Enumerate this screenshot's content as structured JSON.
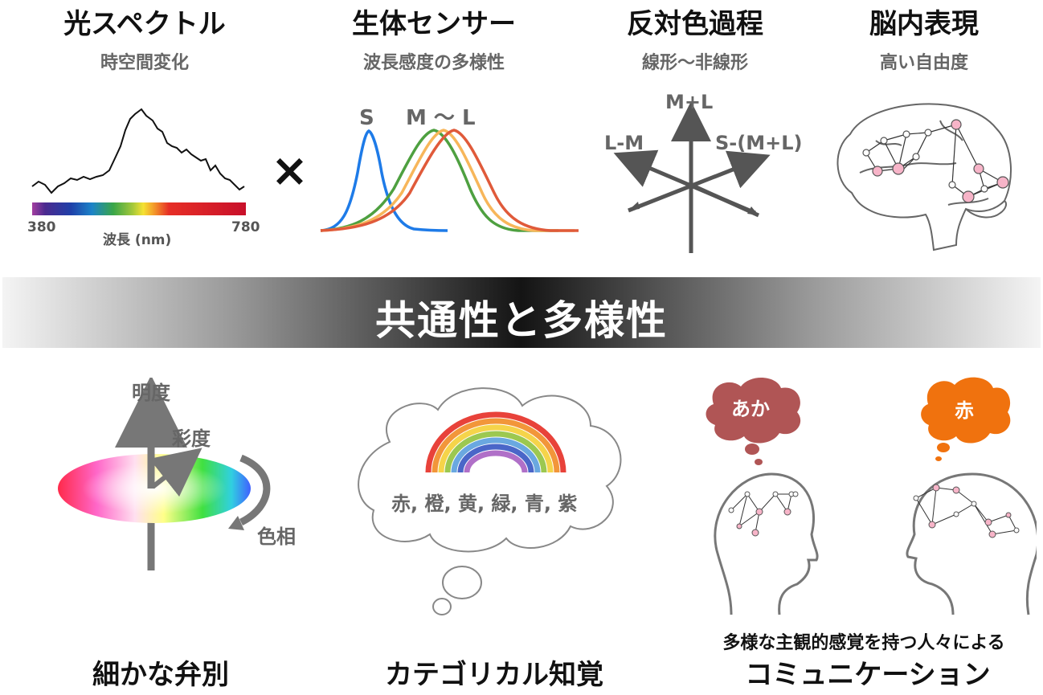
{
  "top_panels": [
    {
      "title": "光スペクトル",
      "subtitle": "時空間変化"
    },
    {
      "title": "生体センサー",
      "subtitle": "波長感度の多様性"
    },
    {
      "title": "反対色過程",
      "subtitle": "線形〜非線形"
    },
    {
      "title": "脳内表現",
      "subtitle": "高い自由度"
    }
  ],
  "spectrum": {
    "min_label": "380",
    "max_label": "780",
    "axis_label": "波長 (nm)"
  },
  "times_symbol": "×",
  "cones": {
    "s_label": "S",
    "ml_label": "M 〜 L",
    "colors": {
      "S": "#1e7be8",
      "M": "#4ea040",
      "L_mid": "#f7b65a",
      "L": "#e05a3a"
    }
  },
  "opponent": {
    "up": "M+L",
    "left": "L-M",
    "right": "S-(M+L)"
  },
  "banner": "共通性と多様性",
  "color_solid": {
    "lightness": "明度",
    "saturation": "彩度",
    "hue": "色相"
  },
  "category": {
    "words": "赤, 橙, 黄, 緑, 青, 紫"
  },
  "communication": {
    "bubble_left": "あか",
    "bubble_right": "赤",
    "caption": "多様な主観的感覚を持つ人々による",
    "colors": {
      "left": "#b05555",
      "right": "#f0720e"
    }
  },
  "bottom_titles": [
    "細かな弁別",
    "カテゴリカル知覚",
    "コミュニケーション"
  ]
}
